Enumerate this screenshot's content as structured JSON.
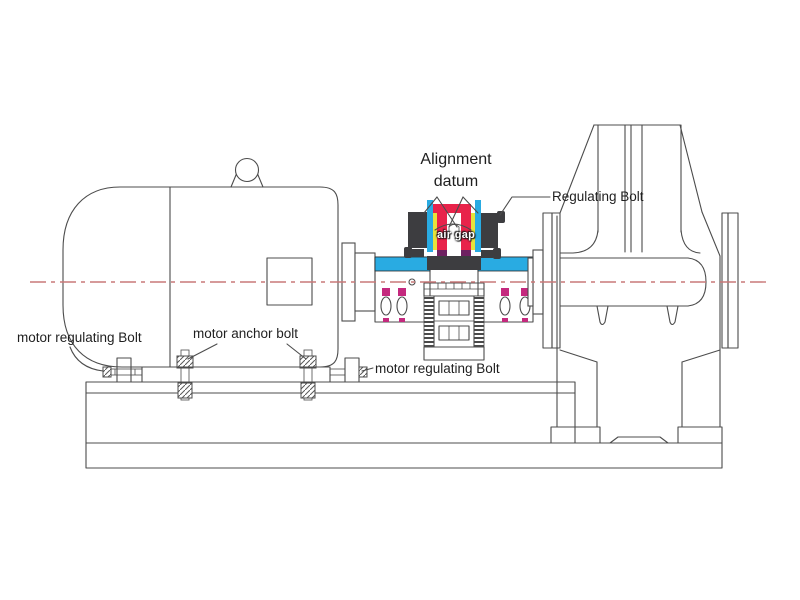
{
  "diagram": {
    "labels": {
      "alignment_datum": "Alignment\ndatum",
      "air_gap": "air gap",
      "regulating_bolt": "Regulating Bolt",
      "motor_regulating_bolt_left": "motor regulating Bolt",
      "motor_anchor_bolt": "motor anchor bolt",
      "motor_regulating_bolt_right": "motor regulating Bolt"
    },
    "colors": {
      "line": "#4c4c4c",
      "centerline": "#c97878",
      "blue": "#29abe2",
      "red": "#e8234a",
      "yellow": "#e6e33b",
      "dark": "#3d3d40",
      "purple": "#6e2161",
      "magenta": "#c4297e"
    }
  }
}
